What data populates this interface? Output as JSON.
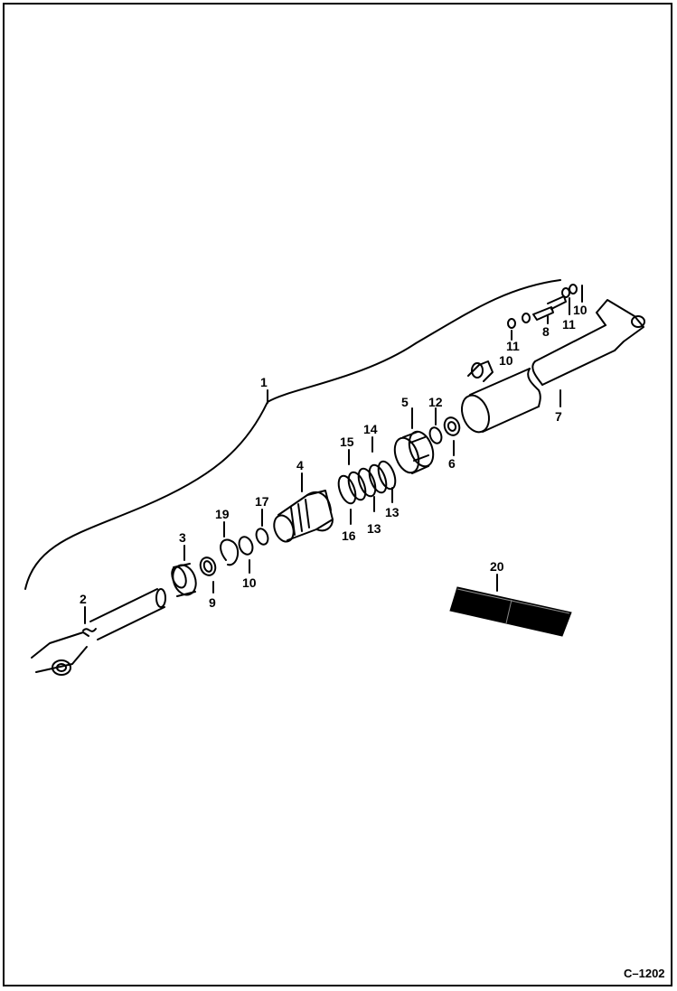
{
  "labels": {
    "l1": "1",
    "l2": "2",
    "l3": "3",
    "l4": "4",
    "l5": "5",
    "l6": "6",
    "l7": "7",
    "l8": "8",
    "l9": "9",
    "l10a": "10",
    "l10b": "10",
    "l10c": "10",
    "l11a": "11",
    "l11b": "11",
    "l12": "12",
    "l13a": "13",
    "l13b": "13",
    "l14": "14",
    "l15": "15",
    "l16": "16",
    "l17": "17",
    "l19": "19",
    "l20": "20"
  },
  "drawing_code": "C–1202"
}
